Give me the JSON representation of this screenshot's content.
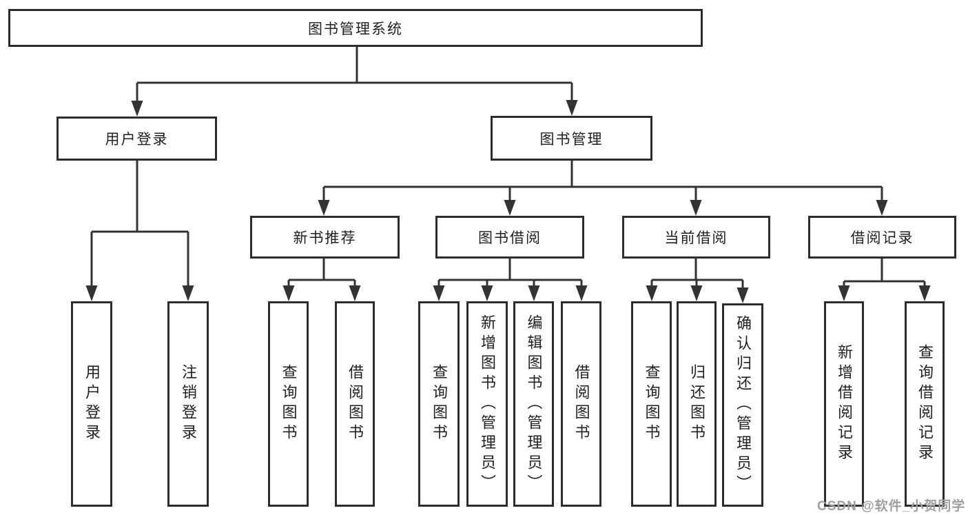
{
  "diagram": {
    "root": "图书管理系统",
    "branches": {
      "user_login": {
        "label": "用户登录",
        "children": [
          "用户登录",
          "注销登录"
        ]
      },
      "book_management": {
        "label": "图书管理",
        "children": {
          "new_book_recommend": {
            "label": "新书推荐",
            "children": [
              "查询图书",
              "借阅图书"
            ]
          },
          "book_borrow": {
            "label": "图书借阅",
            "children": [
              "查询图书",
              "新增图书（管理员）",
              "编辑图书（管理员）",
              "借阅图书"
            ]
          },
          "current_borrow": {
            "label": "当前借阅",
            "children": [
              "查询图书",
              "归还图书",
              "确认归还（管理员）"
            ]
          },
          "borrow_records": {
            "label": "借阅记录",
            "children": [
              "新增借阅记录",
              "查询借阅记录"
            ]
          }
        }
      }
    }
  },
  "watermark": "CSDN @软件_小贺同学",
  "colors": {
    "line": "#333333",
    "box_border": "#2d2d2d",
    "text": "#1f1f1f",
    "watermark": "#9f9f9f",
    "background": "#ffffff"
  }
}
